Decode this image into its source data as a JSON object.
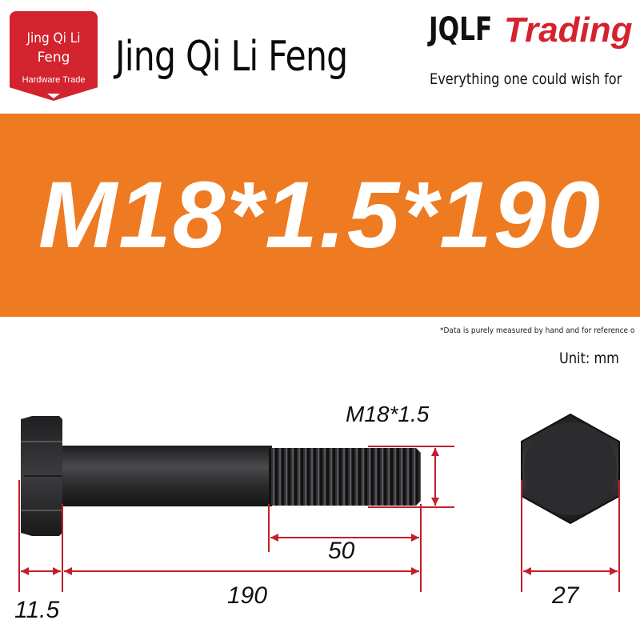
{
  "header": {
    "badge": {
      "line1": "Jing Qi Li",
      "line2": "Feng",
      "line3": "Hardware Trade"
    },
    "brand_title": "Jing Qi Li Feng",
    "logo": {
      "part1": "JQLF",
      "part2": "Trading"
    },
    "tagline": "Everything one could wish for"
  },
  "banner": {
    "spec": "M18*1.5*190"
  },
  "note": "*Data is purely measured by hand and for reference o",
  "unit": "Unit: mm",
  "drawing": {
    "thread_label": "M18*1.5",
    "thread_length": "50",
    "total_length": "190",
    "head_height": "11.5",
    "head_width": "27"
  },
  "colors": {
    "orange": "#ee7a22",
    "red": "#d3232e",
    "dimension_red": "#c41e2a",
    "bolt_dark": "#2a2a2c"
  }
}
